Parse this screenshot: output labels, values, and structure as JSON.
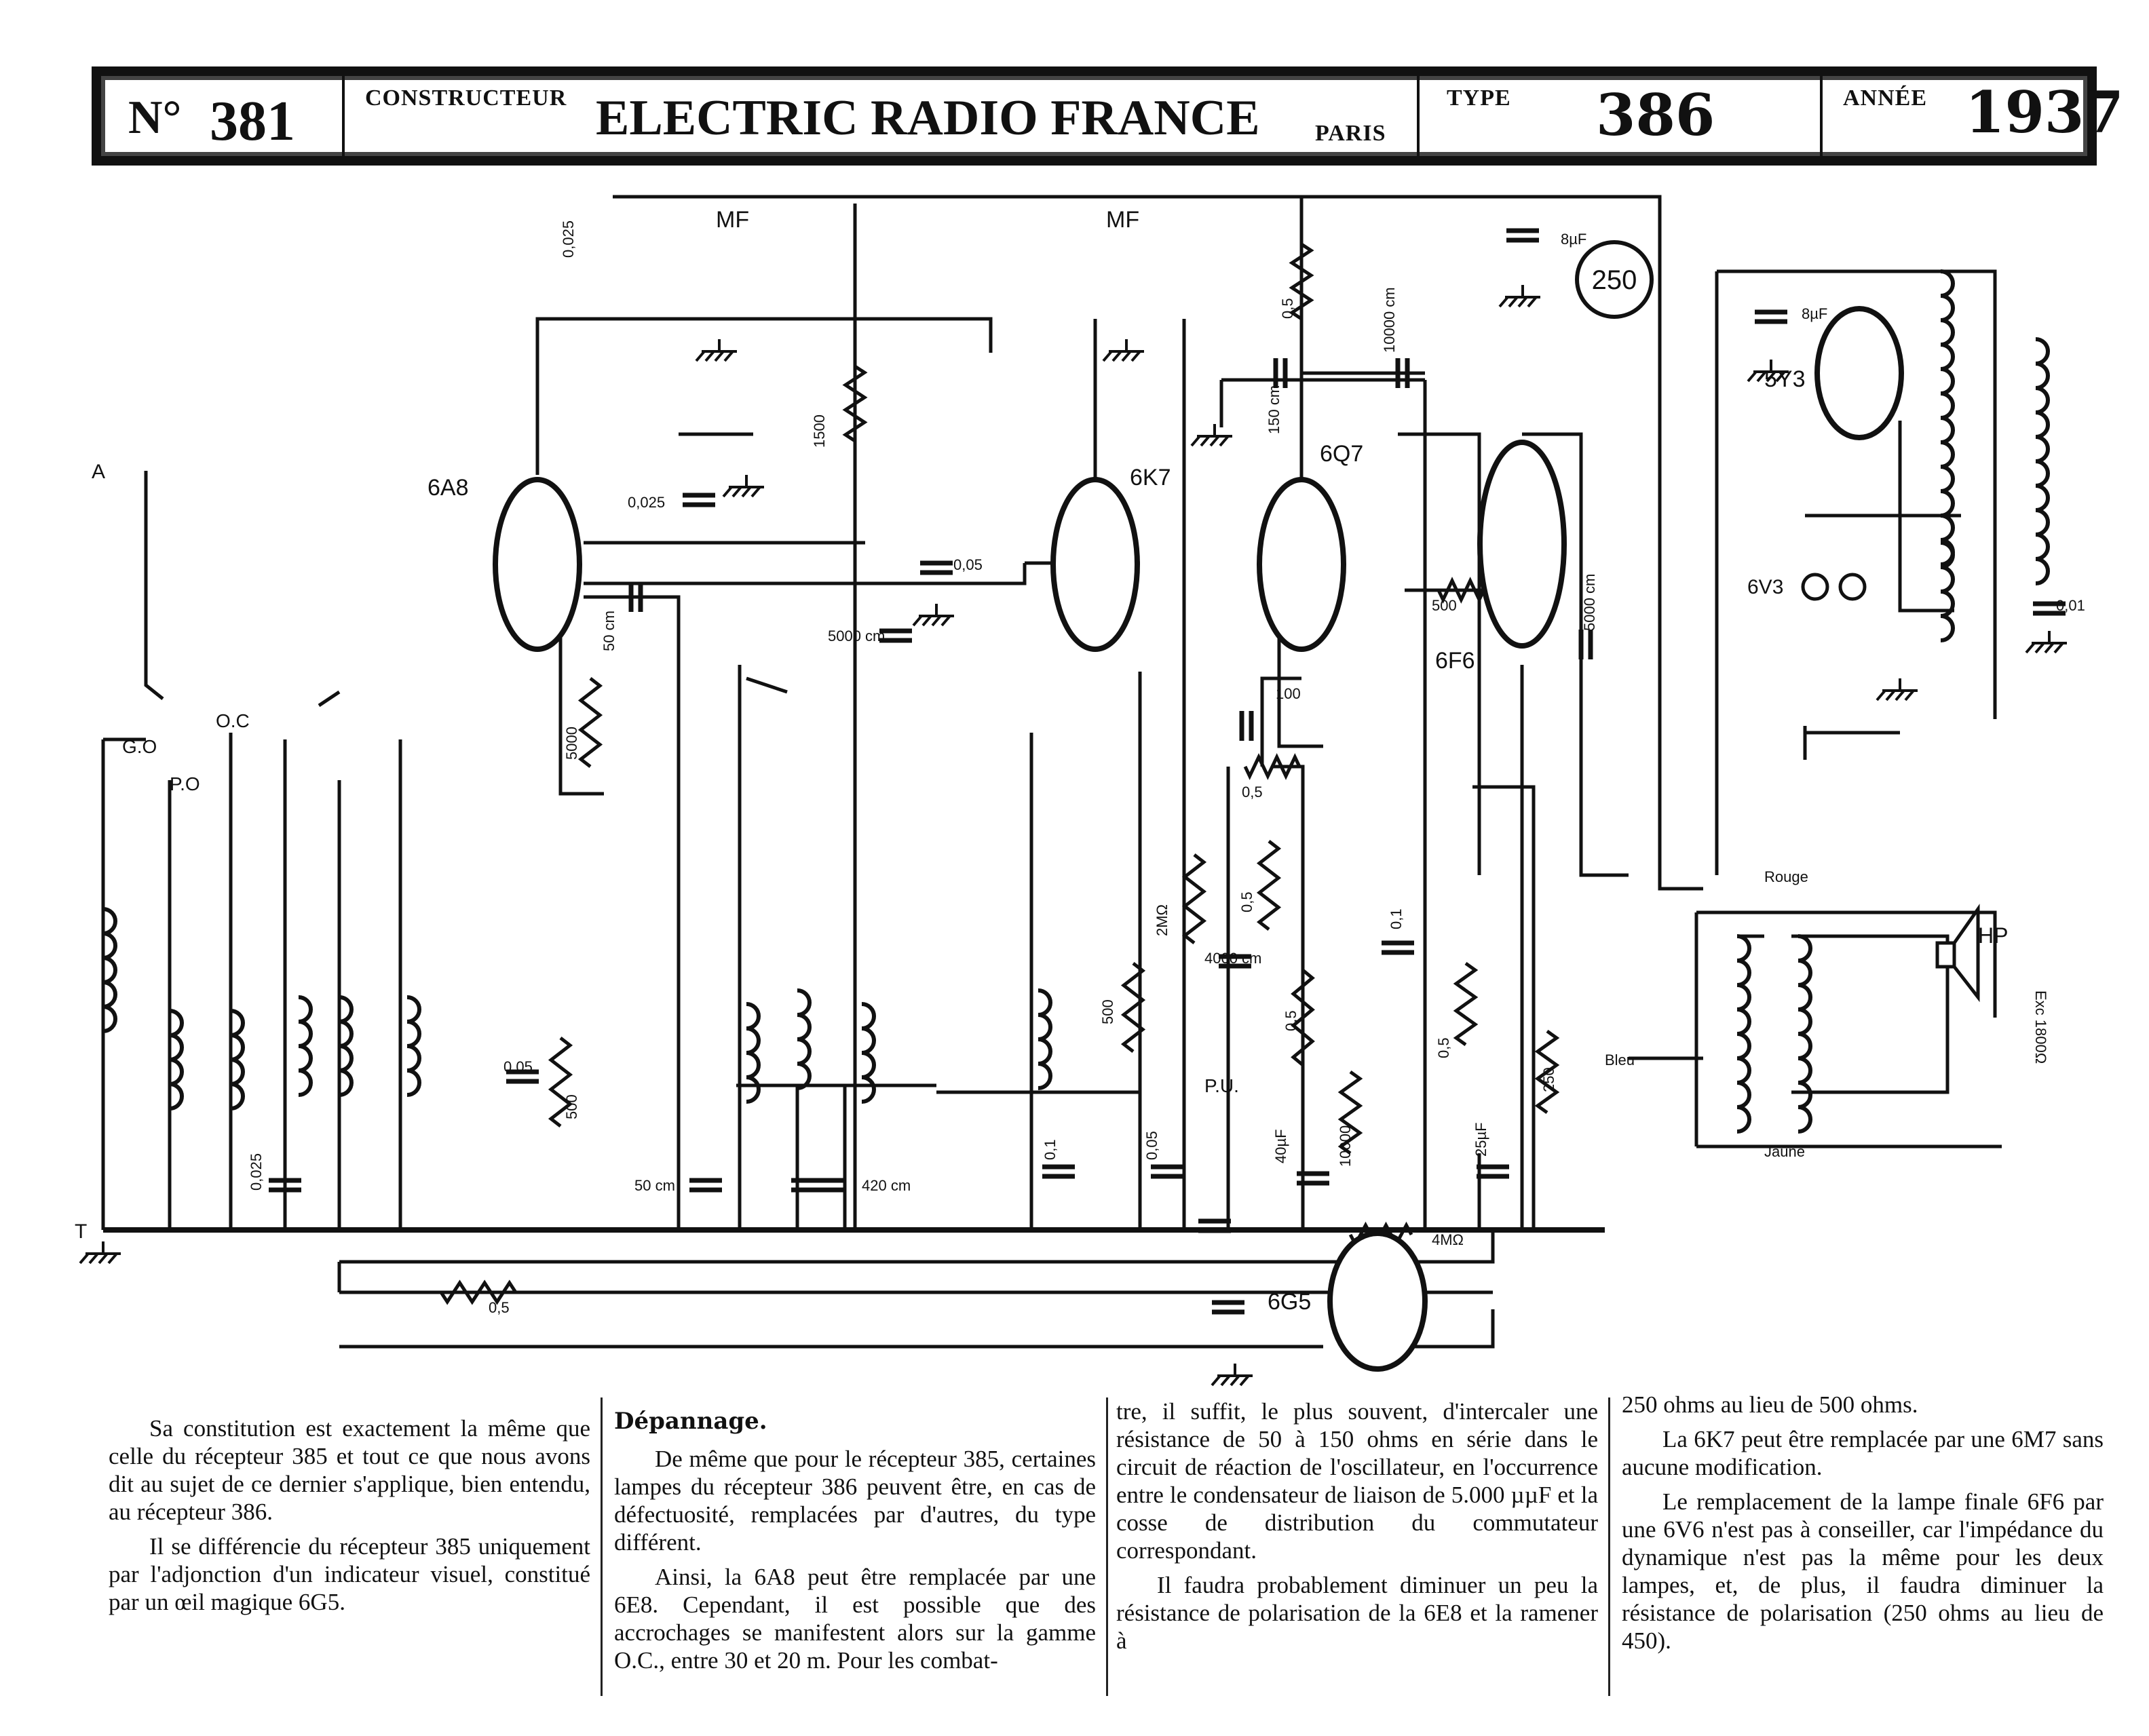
{
  "header": {
    "number_label": "N°",
    "number": "381",
    "constructeur_label": "CONSTRUCTEUR",
    "constructeur": "ELECTRIC RADIO FRANCE",
    "city": "PARIS",
    "type_label": "TYPE",
    "type": "386",
    "annee_label": "ANNÉE",
    "annee": "1937"
  },
  "diagram": {
    "tubes": {
      "t1": "6A8",
      "t2": "6K7",
      "t3": "6Q7",
      "t4": "6F6",
      "t5": "5Y3",
      "t6": "6G5",
      "pilot": "6V3"
    },
    "mf1": "MF",
    "mf2": "MF",
    "badge": "250",
    "terminals": {
      "antenna": "A",
      "earth": "T",
      "go": "G.O",
      "po": "P.O",
      "oc": "O.C",
      "pu": "P.U."
    },
    "speaker": {
      "hp": "HP",
      "rouge": "Rouge",
      "bleu": "Bleu",
      "jaune": "Jaune",
      "exc": "Exc 1800Ω"
    },
    "values": {
      "c_8uf_a": "8µF",
      "c_8uf_b": "8µF",
      "c_001": "0,01",
      "r_0025": "0,025",
      "r_1500": "1500",
      "c_0025_b": "0,025",
      "c_005_a": "0,05",
      "c_5000cm": "5000 cm",
      "c_50cm_a": "50 cm",
      "r_5000": "5000",
      "c_005_b": "0,05",
      "r_500_a": "500",
      "c_0025_c": "0,025",
      "c_50cm_b": "50 cm",
      "c_420cm": "420 cm",
      "r_05_a": "0,5",
      "c_10000cm": "10000 cm",
      "c_150cm": "150 cm",
      "c_100": "100",
      "r_05_b": "0,5",
      "r_2m": "2MΩ",
      "r_05_c": "0,5",
      "c_4000cm": "4000 cm",
      "r_05_d": "0,5",
      "r_500_b": "500",
      "c_01_a": "0,1",
      "c_005_c": "0,05",
      "c_40uf": "40µF",
      "r_10000": "10000",
      "c_01_b": "0,1",
      "r_05_e": "0,5",
      "c_25uf": "25µF",
      "r_250": "250",
      "c_5000cm_b": "5000 cm",
      "r_500_c": "500",
      "r_05_f": "0,5",
      "r_4m": "4MΩ"
    }
  },
  "text": {
    "col1": {
      "p1": "Sa constitution est exactement la même que celle du récepteur 385 et tout ce que nous avons dit au sujet de ce dernier s'applique, bien entendu, au récepteur 386.",
      "p2": "Il se différencie du récepteur 385 uniquement par l'adjonction d'un indicateur visuel, constitué par un œil magique 6G5."
    },
    "col2": {
      "heading": "Dépannage.",
      "p1": "De même que pour le récepteur 385, certaines lampes du récepteur 386 peuvent être, en cas de défectuosité, remplacées par d'autres, du type différent.",
      "p2": "Ainsi, la 6A8 peut être remplacée par une 6E8. Cependant, il est possible que des accrochages se manifestent alors sur la gamme O.C., entre 30 et 20 m. Pour les combat-"
    },
    "col3": {
      "p1": "tre, il suffit, le plus souvent, d'intercaler une résistance de 50 à 150 ohms en série dans le circuit de réaction de l'oscillateur, en l'occurrence entre le condensateur de liaison de 5.000 µµF et la cosse de distribution du commutateur correspondant.",
      "p2": "Il faudra probablement diminuer un peu la résistance de polarisation de la 6E8 et la ramener à"
    },
    "col4": {
      "p1": "250 ohms au lieu de 500 ohms.",
      "p2": "La 6K7 peut être remplacée par une 6M7 sans aucune modification.",
      "p3": "Le remplacement de la lampe finale 6F6 par une 6V6 n'est pas à conseiller, car l'impédance du dynamique n'est pas la même pour les deux lampes, et, de plus, il faudra diminuer la résistance de polarisation (250 ohms au lieu de 450)."
    }
  }
}
